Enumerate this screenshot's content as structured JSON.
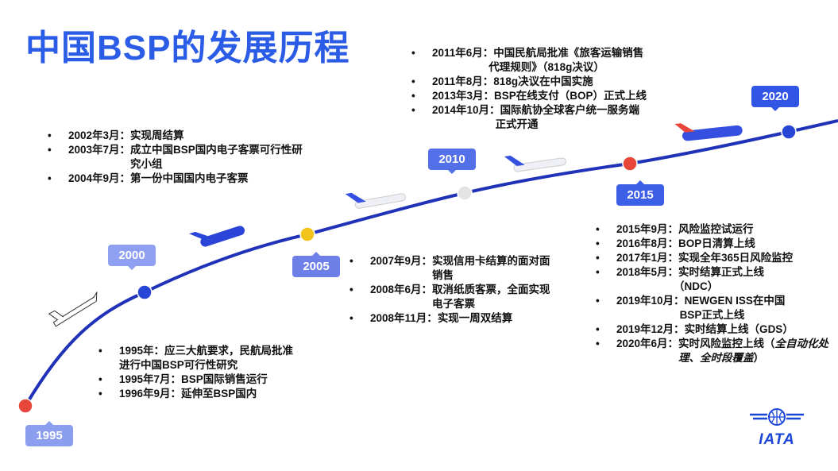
{
  "title": "中国BSP的发展历程",
  "colors": {
    "accent": "#2b5ce6",
    "curve": "#1f32b8",
    "red": "#e8463a",
    "yellow": "#f2c31b"
  },
  "milestones": [
    {
      "year": "1995",
      "dot": "#e8463a",
      "badge": "#8c9ef0"
    },
    {
      "year": "2000",
      "dot": "#2746d6",
      "badge": "#8fa0f2"
    },
    {
      "year": "2005",
      "dot": "#f2c31b",
      "badge": "#6e80e8"
    },
    {
      "year": "2010",
      "dot": "#e4e4e4",
      "badge": "#5470e8"
    },
    {
      "year": "2015",
      "dot": "#e8463a",
      "badge": "#3d5ee6"
    },
    {
      "year": "2020",
      "dot": "#2746d6",
      "badge": "#3355e6"
    }
  ],
  "blocks": {
    "b1995": [
      {
        "date": "1995年：",
        "text": "应三大航要求，民航局批准",
        "cont": "进行中国BSP可行性研究"
      },
      {
        "date": "1995年7月：",
        "text": "BSP国际销售运行"
      },
      {
        "date": "1996年9月：",
        "text": "延伸至BSP国内"
      }
    ],
    "b2002": [
      {
        "date": "2002年3月：",
        "text": "实现周结算"
      },
      {
        "date": "2003年7月：",
        "text": "成立中国BSP国内电子客票可行性研",
        "cont": "究小组"
      },
      {
        "date": "2004年9月：",
        "text": "第一份中国国内电子客票"
      }
    ],
    "b2007": [
      {
        "date": "2007年9月：",
        "text": "实现信用卡结算的面对面",
        "cont": "销售"
      },
      {
        "date": "2008年6月：",
        "text": "取消纸质客票，全面实现",
        "cont": "电子客票"
      },
      {
        "date": "2008年11月：",
        "text": "实现一周双结算"
      }
    ],
    "b2011": [
      {
        "date": "2011年6月：",
        "text": "中国民航局批准《旅客运输销售",
        "cont": "代理规则》（818g决议）"
      },
      {
        "date": "2011年8月：",
        "text": "818g决议在中国实施"
      },
      {
        "date": "2013年3月：",
        "text": "BSP在线支付（BOP）正式上线"
      },
      {
        "date": "2014年10月：",
        "text": "国际航协全球客户统一服务端",
        "cont": "正式开通"
      }
    ],
    "b2015": [
      {
        "date": "2015年9月：",
        "text": "风险监控试运行"
      },
      {
        "date": "2016年8月：",
        "text": "BOP日清算上线"
      },
      {
        "date": "2017年1月：",
        "text": "实现全年365日风险监控"
      },
      {
        "date": "2018年5月：",
        "text": "实时结算正式上线",
        "cont": "（NDC）"
      },
      {
        "date": "2019年10月：",
        "text": "NEWGEN ISS在中国",
        "cont": "BSP正式上线"
      },
      {
        "date": "2019年12月：",
        "text": "实时结算上线（GDS）"
      },
      {
        "date": "2020年6月：",
        "text": "实时风险监控上线（",
        "italic": "全自动化处理、全时段覆盖",
        "end": "）"
      }
    ]
  },
  "logo": {
    "text": "IATA"
  }
}
